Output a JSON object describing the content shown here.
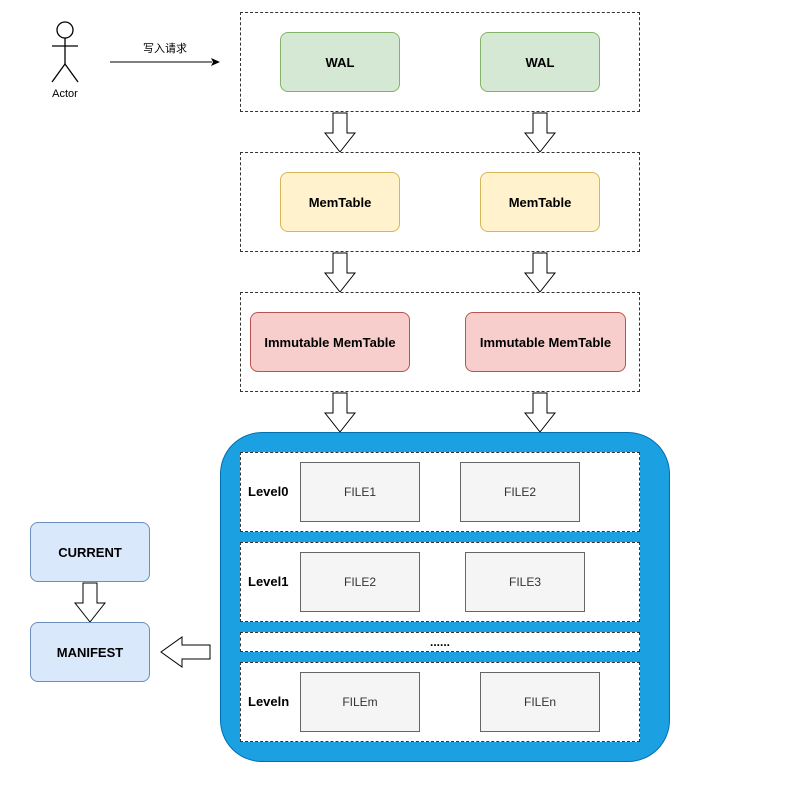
{
  "actor": {
    "label": "Actor"
  },
  "write_edge": {
    "label": "写入请求"
  },
  "wal_nodes": [
    "WAL",
    "WAL"
  ],
  "memtable_nodes": [
    "MemTable",
    "MemTable"
  ],
  "immutable_nodes": [
    "Immutable MemTable",
    "Immutable MemTable"
  ],
  "levels": [
    {
      "label": "Level0",
      "files": [
        "FILE1",
        "FILE2"
      ]
    },
    {
      "label": "Level1",
      "files": [
        "FILE2",
        "FILE3"
      ]
    },
    {
      "label": "",
      "ellipsis": "......"
    },
    {
      "label": "Leveln",
      "files": [
        "FILEm",
        "FILEn"
      ]
    }
  ],
  "meta_nodes": {
    "current": "CURRENT",
    "manifest": "MANIFEST"
  },
  "colors": {
    "wal_fill": "#d5e8d4",
    "wal_stroke": "#82b366",
    "mem_fill": "#fff2cc",
    "mem_stroke": "#d6b656",
    "imm_fill": "#f8cecc",
    "imm_stroke": "#b85450",
    "meta_fill": "#dae8fc",
    "meta_stroke": "#6c8ebf",
    "sst_container": "#1ba1e2",
    "file_fill": "#f5f5f5"
  }
}
